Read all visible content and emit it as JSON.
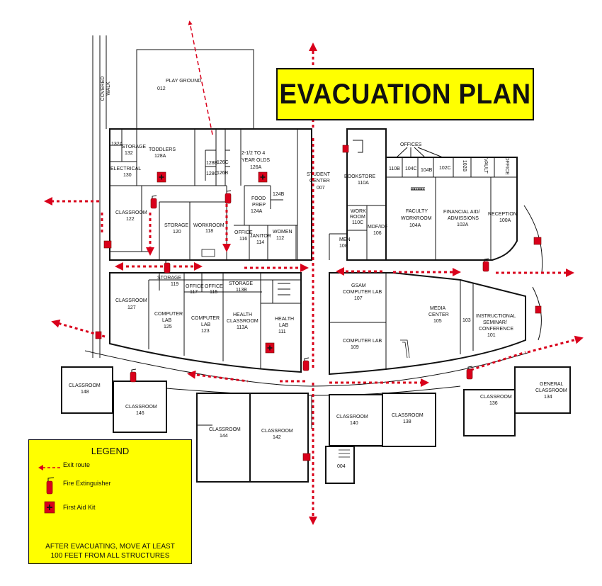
{
  "title": "EVACUATION PLAN",
  "colors": {
    "banner": "#ffff00",
    "route": "#d9001b",
    "ink": "#111111"
  },
  "rooms": {
    "playground": "PLAY GROUND",
    "playground_no": "012",
    "covered_walk_1": "COVERED",
    "covered_walk_2": "WALK",
    "storage132": "STORAGE",
    "storage132_no": "132",
    "r132a": "132A",
    "toddlers": "TODDLERS",
    "toddlers_no": "128A",
    "r128b": "128B",
    "r128c": "128C",
    "r126c": "126C",
    "r126b": "126B",
    "yearolds_1": "2-1/2 TO 4",
    "yearolds_2": "YEAR OLDS",
    "yearolds_no": "126A",
    "electrical": "ELECTRICAL",
    "electrical_no": "130",
    "r124b": "124B",
    "foodprep_1": "FOOD",
    "foodprep_2": "PREP",
    "foodprep_no": "124A",
    "student_center_1": "STUDENT",
    "student_center_2": "CENTER",
    "student_center_no": "007",
    "bookstore": "BOOKSTORE",
    "bookstore_no": "110A",
    "offices": "OFFICES",
    "r110b": "110B",
    "r104c": "104C",
    "r104b": "104B",
    "r102c": "102C",
    "r102b": "102B",
    "vault": "VAULT",
    "office_small": "OFFICE",
    "classroom122": "CLASSROOM",
    "classroom122_no": "122",
    "storage120": "STORAGE",
    "storage120_no": "120",
    "workroom118": "WORKROOM",
    "workroom118_no": "118",
    "office116": "OFFICE",
    "office116_no": "116",
    "janitor": "JANITOR",
    "janitor_no": "114",
    "women": "WOMEN",
    "women_no": "112",
    "workroom110c_1": "WORK",
    "workroom110c_2": "ROOM",
    "workroom110c_no": "110C",
    "mdfidf": "MDF/IDF",
    "mdfidf_no": "106",
    "men": "MEN",
    "men_no": "108",
    "faculty_1": "FACULTY",
    "faculty_2": "WORKROOM",
    "faculty_no": "104A",
    "financial_1": "FINANCIAL AID/",
    "financial_2": "ADMISSIONS",
    "financial_no": "102A",
    "reception": "RECEPTION",
    "reception_no": "100A",
    "storage119": "STORAGE",
    "storage119_no": "119",
    "office117": "OFFICE",
    "office117_no": "117",
    "office115": "OFFICE",
    "office115_no": "115",
    "storage113b": "STORAGE",
    "storage113b_no": "113B",
    "classroom127": "CLASSROOM",
    "classroom127_no": "127",
    "complab125_1": "COMPUTER",
    "complab125_2": "LAB",
    "complab125_no": "125",
    "complab123_1": "COMPUTER",
    "complab123_2": "LAB",
    "complab123_no": "123",
    "healthclass_1": "HEALTH",
    "healthclass_2": "CLASSROOM",
    "healthclass_no": "113A",
    "healthlab_1": "HEALTH",
    "healthlab_2": "LAB",
    "healthlab_no": "111",
    "gsam_1": "GSAM",
    "gsam_2": "COMPUTER LAB",
    "gsam_no": "107",
    "complab109": "COMPUTER LAB",
    "complab109_no": "109",
    "media_1": "MEDIA",
    "media_2": "CENTER",
    "media_no": "105",
    "r103": "103",
    "instructional_1": "INSTRUCTIONAL",
    "instructional_2": "SEMINAR/",
    "instructional_3": "CONFERENCE",
    "instructional_no": "101",
    "classroom148": "CLASSROOM",
    "classroom148_no": "148",
    "classroom146": "CLASSROOM",
    "classroom146_no": "146",
    "classroom144": "CLASSROOM",
    "classroom144_no": "144",
    "classroom142": "CLASSROOM",
    "classroom142_no": "142",
    "classroom140": "CLASSROOM",
    "classroom140_no": "140",
    "classroom138": "CLASSROOM",
    "classroom138_no": "138",
    "classroom136": "CLASSROOM",
    "classroom136_no": "136",
    "general_1": "GENERAL",
    "general_2": "CLASSROOM",
    "general_no": "134",
    "r004": "004"
  },
  "legend": {
    "title": "LEGEND",
    "exit_route": "Exit route",
    "fire_extinguisher": "Fire Extinguisher",
    "first_aid_kit": "First Aid Kit",
    "note_line1": "AFTER EVACUATING, MOVE AT LEAST",
    "note_line2": "100 FEET FROM ALL STRUCTURES"
  }
}
